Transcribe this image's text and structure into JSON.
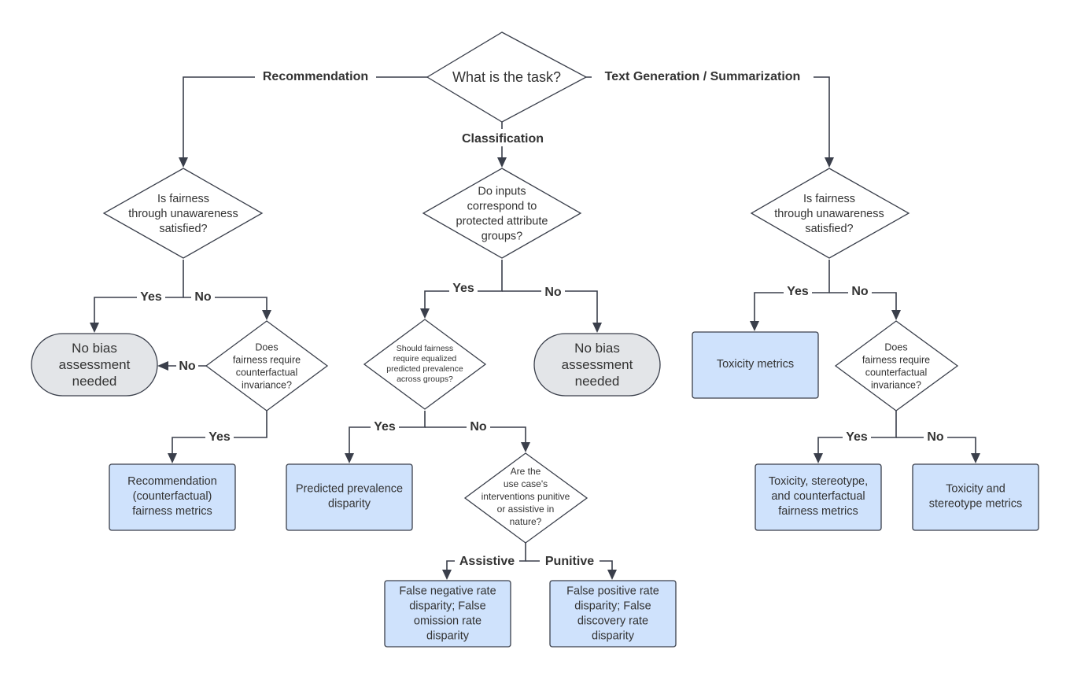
{
  "colors": {
    "stroke": "#3a3f4b",
    "result_fill": "#cfe2fc",
    "terminal_fill": "#e3e5e8",
    "text": "#333333"
  },
  "nodes": {
    "task": {
      "text": "What is the task?"
    },
    "rec_ftu": {
      "lines": [
        "Is fairness",
        "through unawareness",
        "satisfied?"
      ]
    },
    "cls_inputs": {
      "lines": [
        "Do inputs",
        "correspond to",
        "protected attribute",
        "groups?"
      ]
    },
    "gen_ftu": {
      "lines": [
        "Is fairness",
        "through unawareness",
        "satisfied?"
      ]
    },
    "rec_cf": {
      "lines": [
        "Does",
        "fairness require",
        "counterfactual",
        "invariance?"
      ]
    },
    "rec_nobias": {
      "lines": [
        "No bias",
        "assessment",
        "needed"
      ]
    },
    "rec_metrics": {
      "lines": [
        "Recommendation",
        "(counterfactual)",
        "fairness metrics"
      ]
    },
    "cls_prev": {
      "lines": [
        "Should fairness",
        "require equalized",
        "predicted prevalence",
        "across groups?"
      ]
    },
    "cls_nobias": {
      "lines": [
        "No bias",
        "assessment",
        "needed"
      ]
    },
    "cls_ppd": {
      "lines": [
        "Predicted prevalence",
        "disparity"
      ]
    },
    "cls_punitive": {
      "lines": [
        "Are the",
        "use case's",
        "interventions punitive",
        "or assistive in",
        "nature?"
      ]
    },
    "cls_fnr": {
      "lines": [
        "False negative rate",
        "disparity; False",
        "omission rate",
        "disparity"
      ]
    },
    "cls_fpr": {
      "lines": [
        "False positive rate",
        "disparity; False",
        "discovery rate",
        "disparity"
      ]
    },
    "gen_tox": {
      "lines": [
        "Toxicity metrics"
      ]
    },
    "gen_cf": {
      "lines": [
        "Does",
        "fairness require",
        "counterfactual",
        "invariance?"
      ]
    },
    "gen_tsc": {
      "lines": [
        "Toxicity, stereotype,",
        "and counterfactual",
        "fairness metrics"
      ]
    },
    "gen_ts": {
      "lines": [
        "Toxicity and",
        "stereotype metrics"
      ]
    }
  },
  "edge_labels": {
    "recommendation": "Recommendation",
    "text_generation": "Text Generation / Summarization",
    "classification": "Classification",
    "rec_yes": "Yes",
    "rec_no": "No",
    "rec_cf_no": "No",
    "rec_cf_yes": "Yes",
    "cls_yes": "Yes",
    "cls_no": "No",
    "cls_prev_yes": "Yes",
    "cls_prev_no": "No",
    "assistive": "Assistive",
    "punitive": "Punitive",
    "gen_yes": "Yes",
    "gen_no": "No",
    "gen_cf_yes": "Yes",
    "gen_cf_no": "No"
  }
}
